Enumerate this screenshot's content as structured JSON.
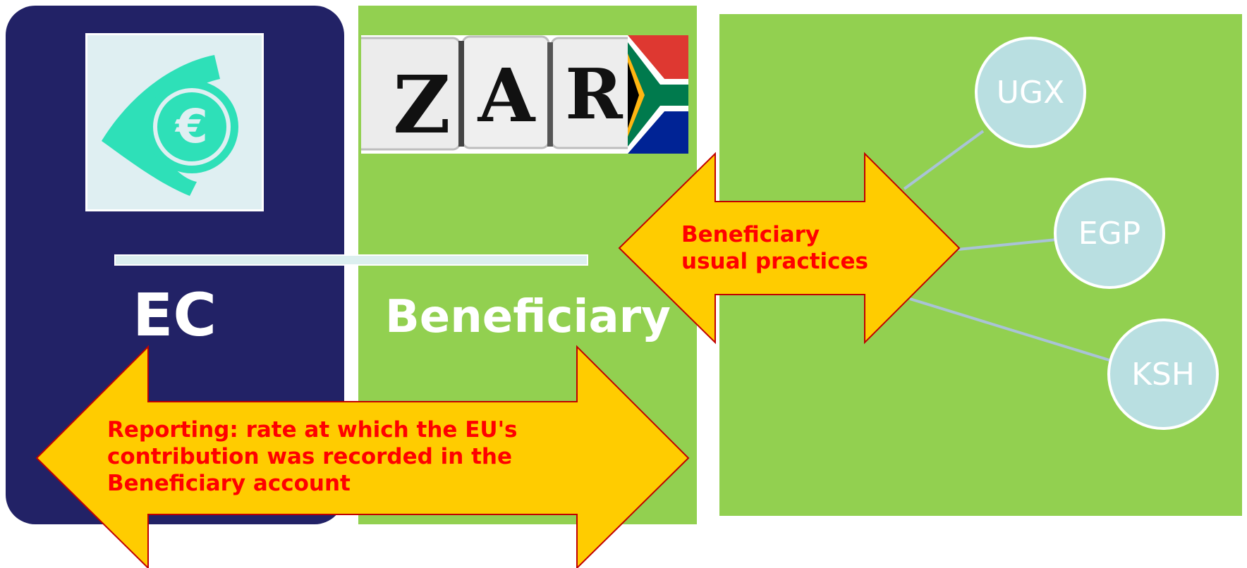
{
  "left_panel": {
    "label": "EC",
    "color": "#222266",
    "icon": "euro-coin-icon"
  },
  "middle_panel": {
    "label": "Beneficiary",
    "color": "#92d050",
    "zar_image": {
      "letters": [
        "Z",
        "A",
        "R"
      ],
      "flag": "south-africa-flag"
    }
  },
  "right_panel": {
    "color": "#92d050",
    "currencies": [
      {
        "label": "UGX"
      },
      {
        "label": "EGP"
      },
      {
        "label": "KSH"
      }
    ]
  },
  "arrows": {
    "top": {
      "text_line1": "Beneficiary",
      "text_line2": "usual practices",
      "fill": "#ffcc00",
      "text_color": "#ff0000"
    },
    "bottom": {
      "text_line1": "Reporting: rate at which the EU's",
      "text_line2": "contribution was recorded in the",
      "text_line3": "Beneficiary account",
      "fill": "#ffcc00",
      "text_color": "#ff0000"
    }
  }
}
